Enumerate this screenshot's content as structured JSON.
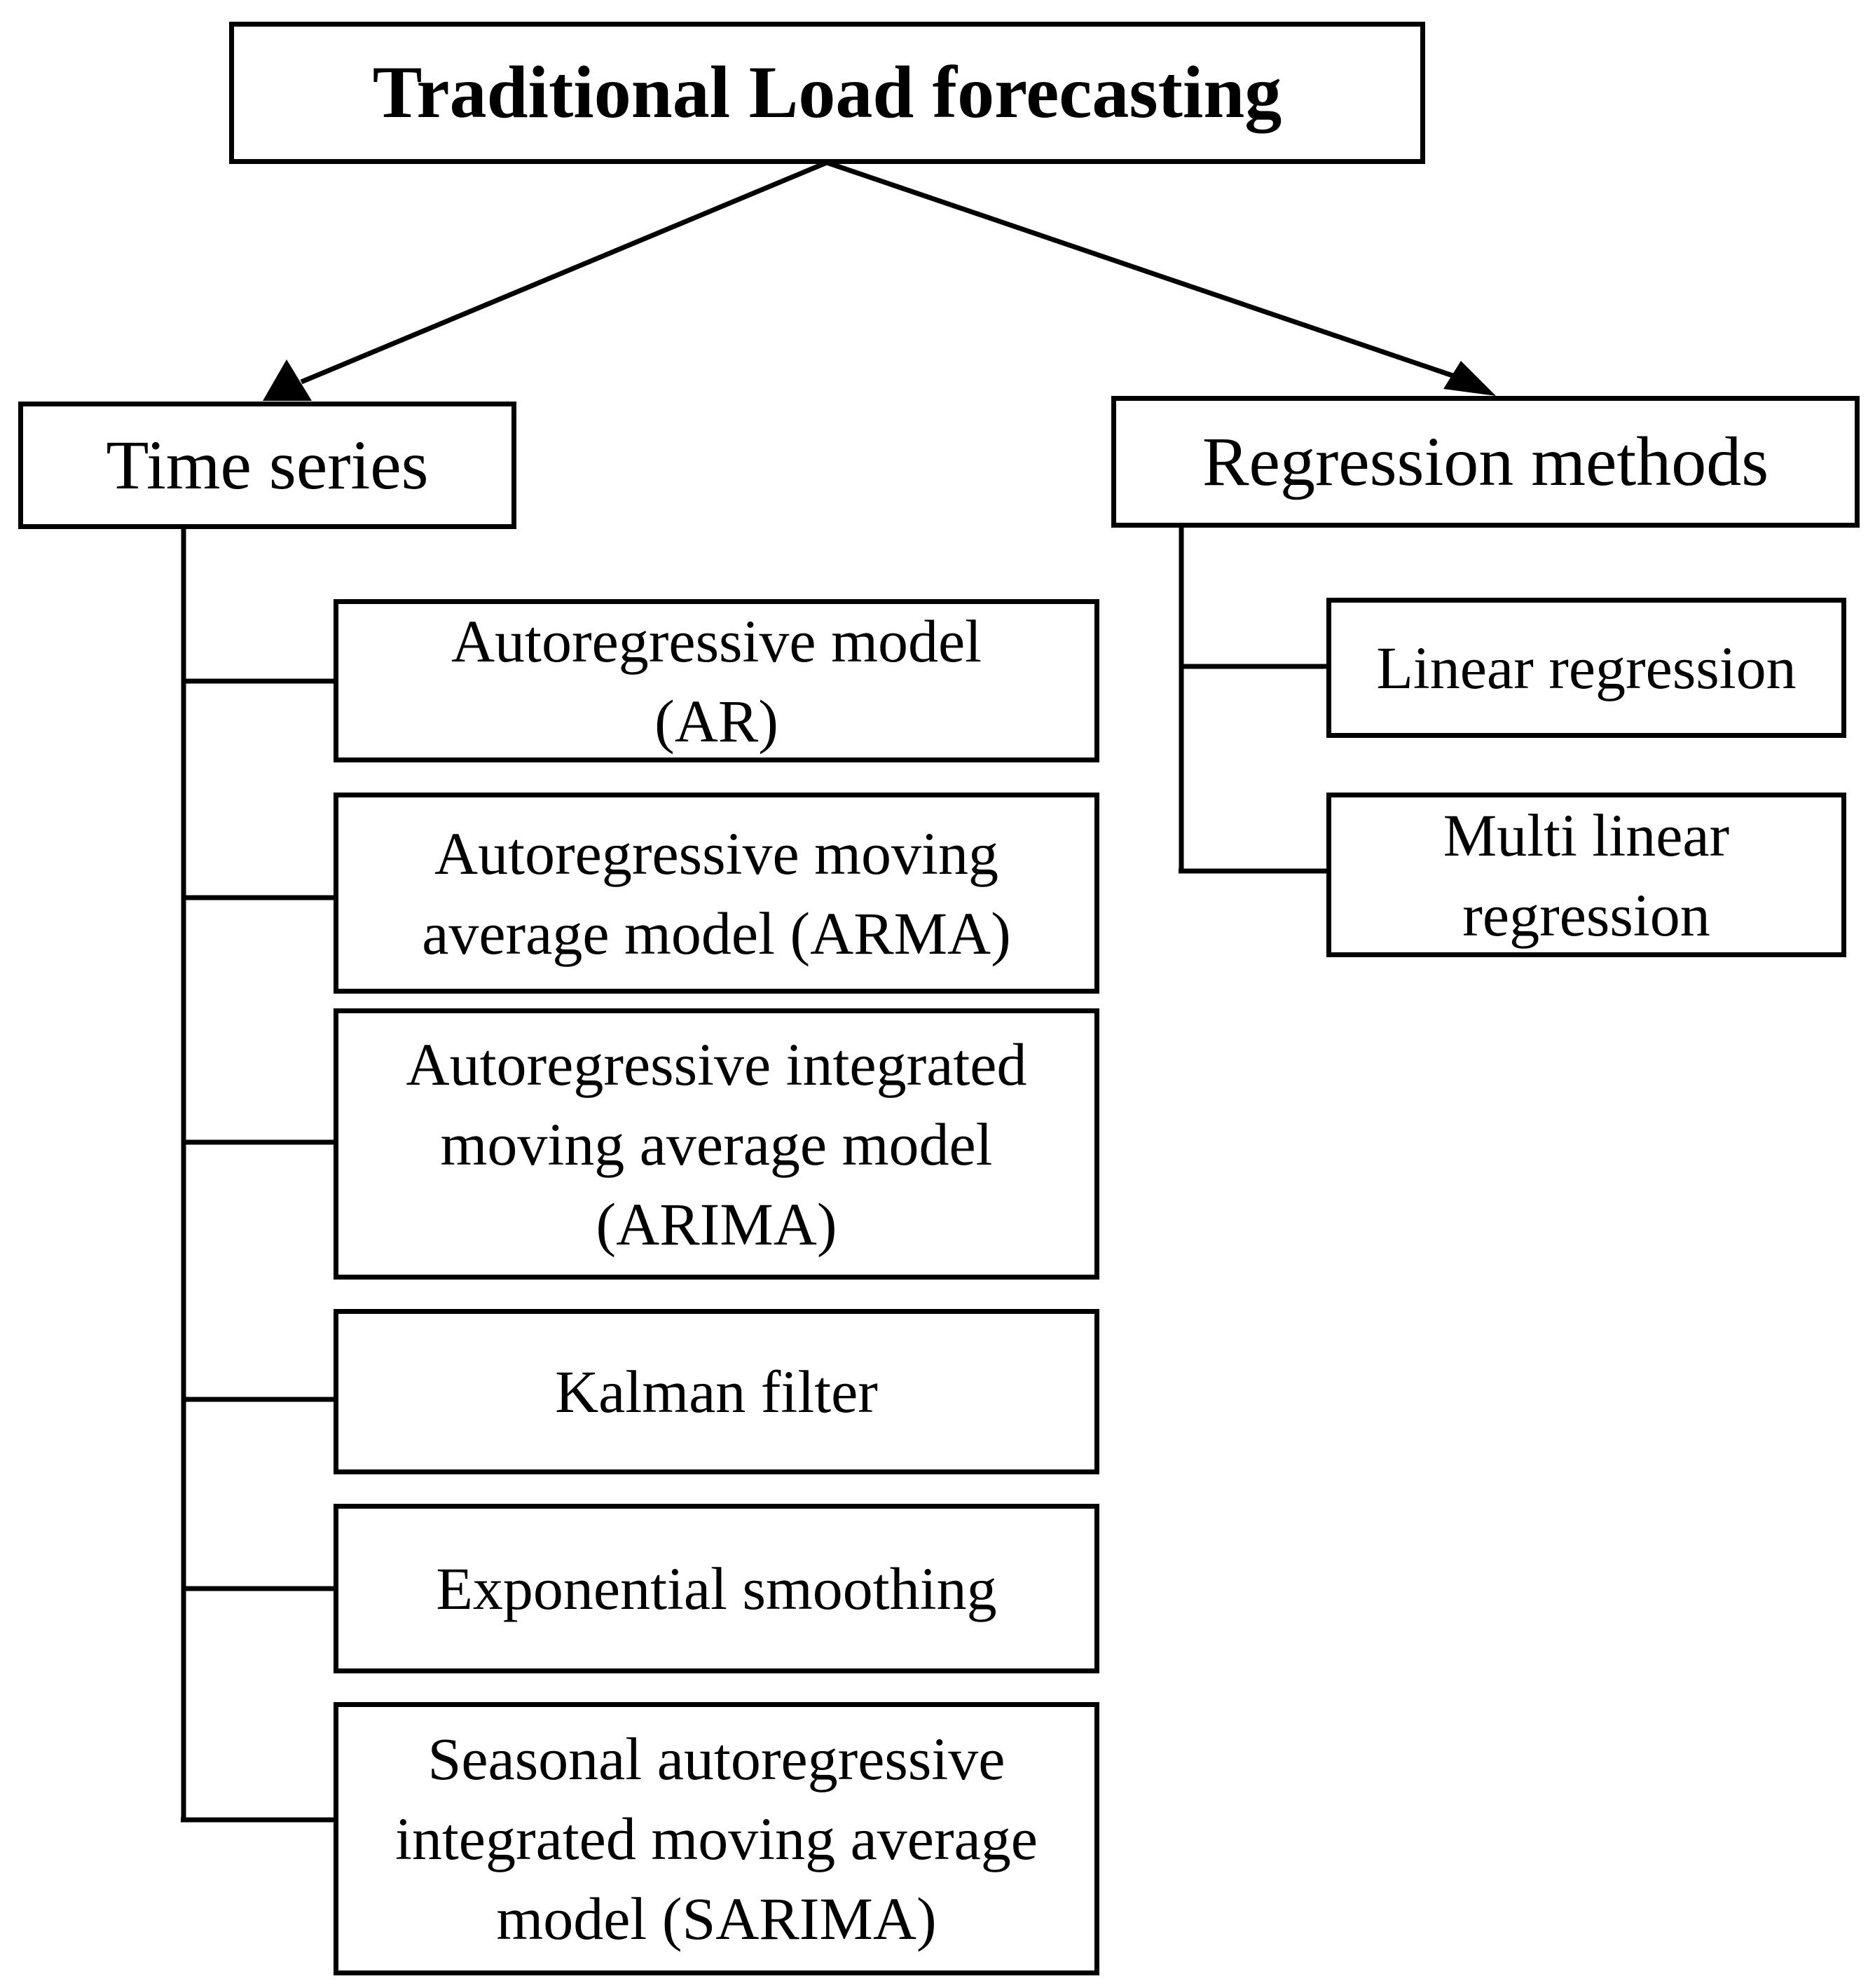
{
  "diagram": {
    "root": {
      "label": "Traditional Load forecasting"
    },
    "branches": [
      {
        "label": "Time series",
        "items": [
          "Autoregressive model\n(AR)",
          "Autoregressive moving\naverage model (ARMA)",
          "Autoregressive integrated\nmoving average model\n(ARIMA)",
          "Kalman filter",
          "Exponential smoothing",
          "Seasonal autoregressive\nintegrated moving average\nmodel (SARIMA)"
        ]
      },
      {
        "label": "Regression methods",
        "items": [
          "Linear regression",
          "Multi linear\nregression"
        ]
      }
    ]
  }
}
